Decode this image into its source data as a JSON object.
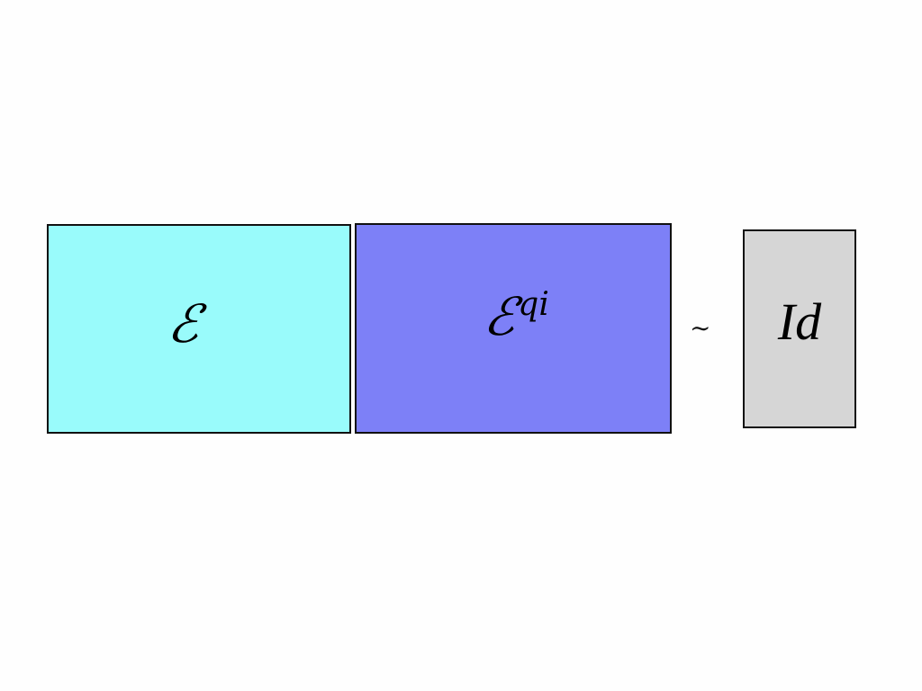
{
  "diagram": {
    "boxes": [
      {
        "id": "E",
        "label": "ℰ",
        "superscript": "",
        "fill": "#99fbfb"
      },
      {
        "id": "Eqi",
        "label": "ℰ",
        "superscript": "qi",
        "fill": "#7d80f7"
      },
      {
        "id": "Id",
        "label": "Id",
        "superscript": "",
        "fill": "#d6d6d6"
      }
    ],
    "relation_symbol": "∼"
  }
}
